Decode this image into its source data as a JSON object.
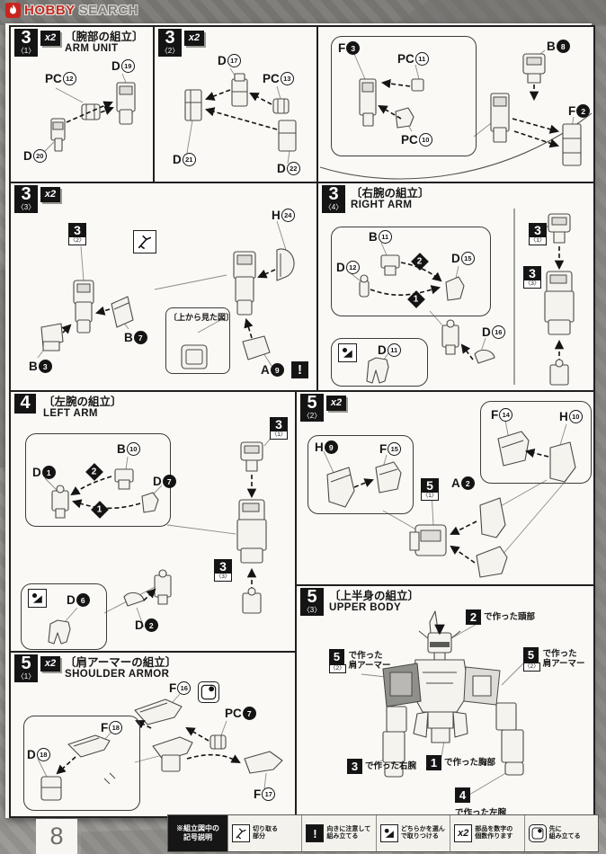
{
  "brand": {
    "hobby": "HOBBY",
    "search": "SEARCH"
  },
  "page_number": "8",
  "icons": {
    "exclamation": "!",
    "x2": "x2"
  },
  "steps": {
    "s31": {
      "num": "3",
      "sub": "〈1〉",
      "x2": "x2",
      "title_jp": "〔腕部の組立〕",
      "title_en": "ARM UNIT",
      "labels": [
        {
          "t": "PC",
          "n": "12"
        },
        {
          "t": "D",
          "n": "19"
        },
        {
          "t": "D",
          "n": "20"
        }
      ]
    },
    "s32": {
      "num": "3",
      "sub": "〈2〉",
      "x2": "x2",
      "labels": [
        {
          "t": "D",
          "n": "17"
        },
        {
          "t": "PC",
          "n": "13"
        },
        {
          "t": "D",
          "n": "21"
        },
        {
          "t": "D",
          "n": "22"
        }
      ]
    },
    "s3tr": {
      "labels": [
        {
          "t": "F",
          "n": "3"
        },
        {
          "t": "PC",
          "n": "11"
        },
        {
          "t": "PC",
          "n": "10"
        },
        {
          "t": "B",
          "n": "8"
        },
        {
          "t": "F",
          "n": "2"
        }
      ]
    },
    "s33": {
      "num": "3",
      "sub": "〈3〉",
      "x2": "x2",
      "view_note": "〔上から見た図〕",
      "ref": {
        "num": "3",
        "sub": "〈2〉"
      },
      "labels": [
        {
          "t": "B",
          "n": "7"
        },
        {
          "t": "B",
          "n": "3"
        },
        {
          "t": "H",
          "n": "24"
        },
        {
          "t": "A",
          "n": "9"
        }
      ]
    },
    "s34": {
      "num": "3",
      "sub": "〈4〉",
      "title_jp": "〔右腕の組立〕",
      "title_en": "RIGHT ARM",
      "order": [
        "1",
        "2"
      ],
      "refs": [
        {
          "num": "3",
          "sub": "〈1〉"
        },
        {
          "num": "3",
          "sub": "〈3〉"
        }
      ],
      "labels": [
        {
          "t": "B",
          "n": "11"
        },
        {
          "t": "D",
          "n": "12"
        },
        {
          "t": "D",
          "n": "15"
        },
        {
          "t": "D",
          "n": "11"
        },
        {
          "t": "D",
          "n": "16"
        }
      ]
    },
    "s4": {
      "num": "4",
      "title_jp": "〔左腕の組立〕",
      "title_en": "LEFT ARM",
      "order": [
        "1",
        "2"
      ],
      "refs": [
        {
          "num": "3",
          "sub": "〈1〉"
        },
        {
          "num": "3",
          "sub": "〈3〉"
        }
      ],
      "labels": [
        {
          "t": "D",
          "n": "1"
        },
        {
          "t": "B",
          "n": "10"
        },
        {
          "t": "D",
          "n": "7"
        },
        {
          "t": "D",
          "n": "6"
        },
        {
          "t": "D",
          "n": "2"
        }
      ]
    },
    "s52": {
      "num": "5",
      "sub": "〈2〉",
      "x2": "x2",
      "refs": [
        {
          "num": "5",
          "sub": "〈1〉"
        }
      ],
      "labels": [
        {
          "t": "H",
          "n": "9"
        },
        {
          "t": "F",
          "n": "15"
        },
        {
          "t": "F",
          "n": "14"
        },
        {
          "t": "H",
          "n": "10"
        },
        {
          "t": "A",
          "n": "2"
        }
      ]
    },
    "s53": {
      "num": "5",
      "sub": "〈3〉",
      "title_jp": "〔上半身の組立〕",
      "title_en": "UPPER BODY",
      "callouts": [
        {
          "num": "2",
          "text": "で作った頭部"
        },
        {
          "num": "5",
          "sub": "〈2〉",
          "text1": "で作った",
          "text2": "肩アーマー"
        },
        {
          "num": "5",
          "sub": "〈2〉",
          "text1": "で作った",
          "text2": "肩アーマー"
        },
        {
          "num": "3",
          "text": "で作った右腕"
        },
        {
          "num": "1",
          "text": "で作った胸部"
        },
        {
          "num": "4",
          "text": "で作った左腕"
        }
      ]
    },
    "s51": {
      "num": "5",
      "sub": "〈1〉",
      "x2": "x2",
      "title_jp": "〔肩アーマーの組立〕",
      "title_en": "SHOULDER ARMOR",
      "labels": [
        {
          "t": "F",
          "n": "16"
        },
        {
          "t": "PC",
          "n": "7"
        },
        {
          "t": "F",
          "n": "18"
        },
        {
          "t": "D",
          "n": "18"
        },
        {
          "t": "F",
          "n": "17"
        }
      ]
    }
  },
  "legend": {
    "heading_line1": "※組立図中の",
    "heading_line2": "記号説明",
    "items": [
      {
        "icon": "nipper-icon",
        "line1": "切り取る",
        "line2": "部分"
      },
      {
        "icon": "caution-icon",
        "line1": "向きに注意して",
        "line2": "組み立てる"
      },
      {
        "icon": "choose-icon",
        "line1": "どちらかを選ん",
        "line2": "で取りつける"
      },
      {
        "icon": "x2-icon",
        "line1": "部品を数字の",
        "line2": "個数作ります"
      },
      {
        "icon": "first-icon",
        "line1": "先に",
        "line2": "組み立てる"
      }
    ]
  }
}
